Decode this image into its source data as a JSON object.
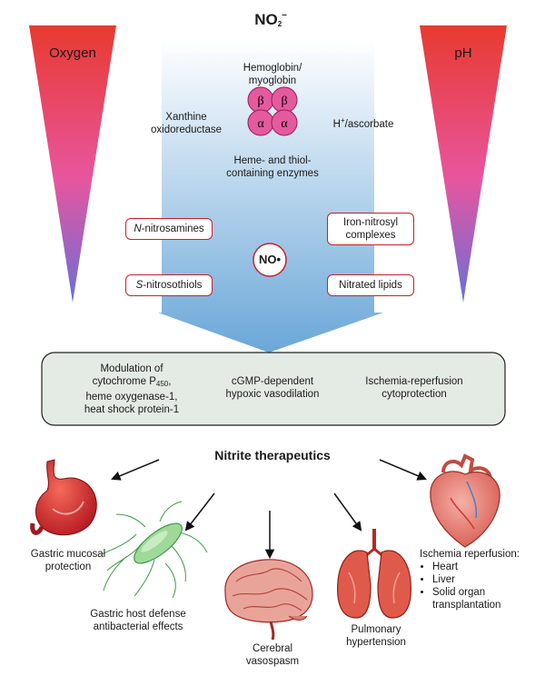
{
  "top_label": {
    "text": "NO",
    "sub": "2",
    "sup": "–"
  },
  "wedges": {
    "left": {
      "label": "Oxygen",
      "color_top": "#e83a2f",
      "color_bottom": "#6a6fd8"
    },
    "right": {
      "label": "pH",
      "color_top": "#e83a2f",
      "color_bottom": "#6a6fd8"
    }
  },
  "funnel": {
    "color_top": "#ffffff",
    "color_bottom": "#6aa7d8"
  },
  "sources": {
    "hemoglobin": "Hemoglobin/\nmyoglobin",
    "xanthine": "Xanthine\noxidoreductase",
    "ascorbate": "H+/ascorbate",
    "heme_thiol": "Heme- and thiol-\ncontaining enzymes"
  },
  "subunits": {
    "beta": "β",
    "alpha": "α",
    "color": "#e45a9e"
  },
  "no_label": "NO•",
  "products": {
    "nitrosamines": {
      "italic": "N",
      "rest": "-nitrosamines"
    },
    "iron_nitrosyl": "Iron-nitrosyl\ncomplexes",
    "nitrosothiols": {
      "italic": "S",
      "rest": "-nitrosothiols"
    },
    "nitrated_lipids": "Nitrated lipids",
    "border_color": "#c8202e"
  },
  "effects_box": {
    "fill": "#e4ebe4",
    "items": {
      "modulation_a": "Modulation of\ncytochrome P",
      "modulation_sub": "450",
      "modulation_b": ",\nheme oxygenase-1,\nheat shock protein-1",
      "vasodilation": "cGMP-dependent\nhypoxic vasodilation",
      "ischemia": "Ischemia-reperfusion\ncytoprotection"
    }
  },
  "therapeutics_title": "Nitrite therapeutics",
  "targets": {
    "gastric": "Gastric mucosal\nprotection",
    "antibacterial": "Gastric host defense\nantibacterial effects",
    "cerebral": "Cerebral\nvasospasm",
    "pulmonary": "Pulmonary\nhypertension",
    "ischemia": {
      "title": "Ischemia reperfusion:",
      "items": [
        "Heart",
        "Liver",
        "Solid organ\ntransplantation"
      ]
    }
  }
}
